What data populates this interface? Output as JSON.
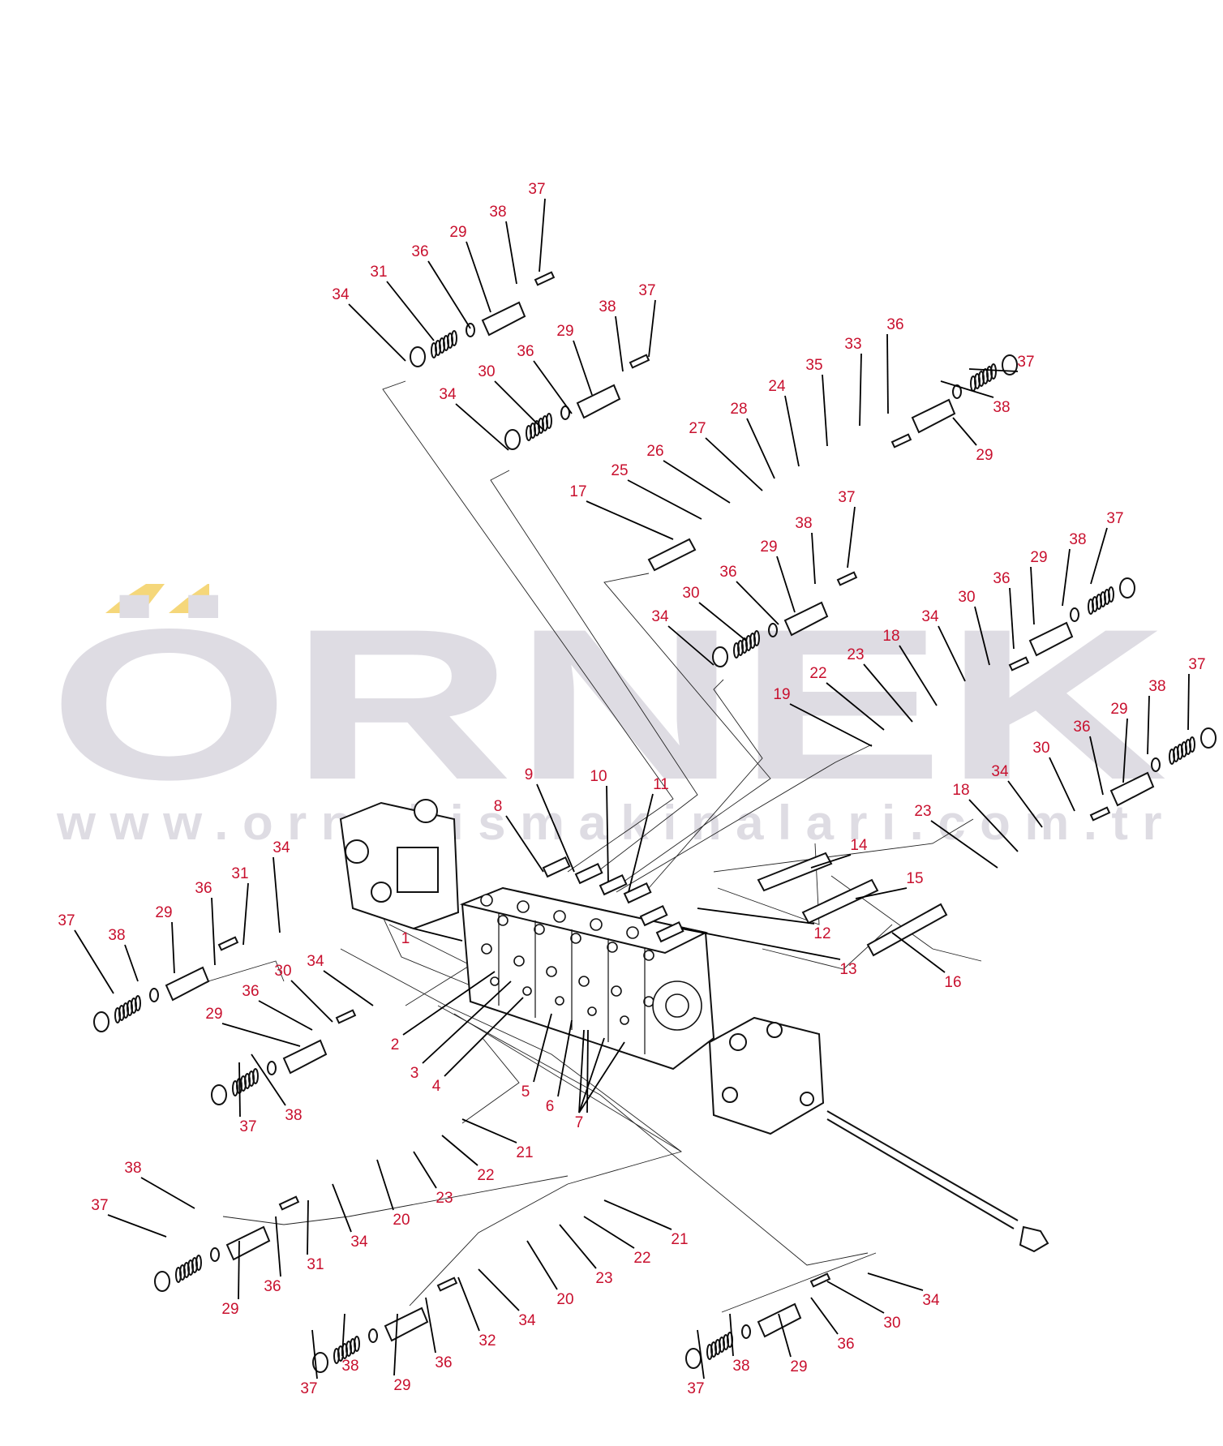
{
  "watermark": {
    "brand": "ÖRNEK",
    "url": "www.ornekismakinalari.com.tr",
    "accent_color": "#f5d77a",
    "text_color": "#dedce3"
  },
  "colors": {
    "callout": "#c8102e",
    "line": "#000000"
  },
  "callouts": [
    {
      "id": "c1",
      "text": "37"
    },
    {
      "id": "c2",
      "text": "38"
    },
    {
      "id": "c3",
      "text": "29"
    },
    {
      "id": "c4",
      "text": "36"
    },
    {
      "id": "c5",
      "text": "31"
    },
    {
      "id": "c6",
      "text": "34"
    },
    {
      "id": "c7",
      "text": "37"
    },
    {
      "id": "c8",
      "text": "38"
    },
    {
      "id": "c9",
      "text": "29"
    },
    {
      "id": "c10",
      "text": "36"
    },
    {
      "id": "c11",
      "text": "30"
    },
    {
      "id": "c12",
      "text": "34"
    },
    {
      "id": "c13",
      "text": "36"
    },
    {
      "id": "c14",
      "text": "33"
    },
    {
      "id": "c15",
      "text": "35"
    },
    {
      "id": "c16",
      "text": "24"
    },
    {
      "id": "c17",
      "text": "28"
    },
    {
      "id": "c18",
      "text": "27"
    },
    {
      "id": "c19",
      "text": "26"
    },
    {
      "id": "c20",
      "text": "25"
    },
    {
      "id": "c21",
      "text": "17"
    },
    {
      "id": "c22",
      "text": "37"
    },
    {
      "id": "c23",
      "text": "38"
    },
    {
      "id": "c24",
      "text": "29"
    },
    {
      "id": "c25",
      "text": "37"
    },
    {
      "id": "c26",
      "text": "38"
    },
    {
      "id": "c27",
      "text": "29"
    },
    {
      "id": "c28",
      "text": "36"
    },
    {
      "id": "c29",
      "text": "30"
    },
    {
      "id": "c30",
      "text": "34"
    },
    {
      "id": "c31",
      "text": "37"
    },
    {
      "id": "c32",
      "text": "38"
    },
    {
      "id": "c33",
      "text": "29"
    },
    {
      "id": "c34",
      "text": "36"
    },
    {
      "id": "c35",
      "text": "30"
    },
    {
      "id": "c36",
      "text": "34"
    },
    {
      "id": "c37",
      "text": "18"
    },
    {
      "id": "c38",
      "text": "23"
    },
    {
      "id": "c39",
      "text": "22"
    },
    {
      "id": "c40",
      "text": "19"
    },
    {
      "id": "c41",
      "text": "37"
    },
    {
      "id": "c42",
      "text": "38"
    },
    {
      "id": "c43",
      "text": "29"
    },
    {
      "id": "c44",
      "text": "36"
    },
    {
      "id": "c45",
      "text": "30"
    },
    {
      "id": "c46",
      "text": "34"
    },
    {
      "id": "c47",
      "text": "18"
    },
    {
      "id": "c48",
      "text": "23"
    },
    {
      "id": "c49",
      "text": "9"
    },
    {
      "id": "c50",
      "text": "10"
    },
    {
      "id": "c51",
      "text": "11"
    },
    {
      "id": "c52",
      "text": "8"
    },
    {
      "id": "c53",
      "text": "14"
    },
    {
      "id": "c54",
      "text": "15"
    },
    {
      "id": "c55",
      "text": "12"
    },
    {
      "id": "c56",
      "text": "13"
    },
    {
      "id": "c57",
      "text": "16"
    },
    {
      "id": "c58",
      "text": "1"
    },
    {
      "id": "c59",
      "text": "34"
    },
    {
      "id": "c60",
      "text": "31"
    },
    {
      "id": "c61",
      "text": "36"
    },
    {
      "id": "c62",
      "text": "29"
    },
    {
      "id": "c63",
      "text": "38"
    },
    {
      "id": "c64",
      "text": "37"
    },
    {
      "id": "c65",
      "text": "34"
    },
    {
      "id": "c66",
      "text": "30"
    },
    {
      "id": "c67",
      "text": "36"
    },
    {
      "id": "c68",
      "text": "29"
    },
    {
      "id": "c69",
      "text": "37"
    },
    {
      "id": "c70",
      "text": "38"
    },
    {
      "id": "c71",
      "text": "2"
    },
    {
      "id": "c72",
      "text": "3"
    },
    {
      "id": "c73",
      "text": "4"
    },
    {
      "id": "c74",
      "text": "5"
    },
    {
      "id": "c75",
      "text": "6"
    },
    {
      "id": "c76",
      "text": "7"
    },
    {
      "id": "c77",
      "text": "21"
    },
    {
      "id": "c78",
      "text": "22"
    },
    {
      "id": "c79",
      "text": "23"
    },
    {
      "id": "c80",
      "text": "20"
    },
    {
      "id": "c81",
      "text": "38"
    },
    {
      "id": "c82",
      "text": "37"
    },
    {
      "id": "c83",
      "text": "34"
    },
    {
      "id": "c84",
      "text": "31"
    },
    {
      "id": "c85",
      "text": "36"
    },
    {
      "id": "c86",
      "text": "29"
    },
    {
      "id": "c87",
      "text": "21"
    },
    {
      "id": "c88",
      "text": "22"
    },
    {
      "id": "c89",
      "text": "23"
    },
    {
      "id": "c90",
      "text": "20"
    },
    {
      "id": "c91",
      "text": "34"
    },
    {
      "id": "c92",
      "text": "32"
    },
    {
      "id": "c93",
      "text": "36"
    },
    {
      "id": "c94",
      "text": "29"
    },
    {
      "id": "c95",
      "text": "38"
    },
    {
      "id": "c96",
      "text": "37"
    },
    {
      "id": "c97",
      "text": "34"
    },
    {
      "id": "c98",
      "text": "30"
    },
    {
      "id": "c99",
      "text": "36"
    },
    {
      "id": "c100",
      "text": "29"
    },
    {
      "id": "c101",
      "text": "38"
    },
    {
      "id": "c102",
      "text": "37"
    }
  ]
}
